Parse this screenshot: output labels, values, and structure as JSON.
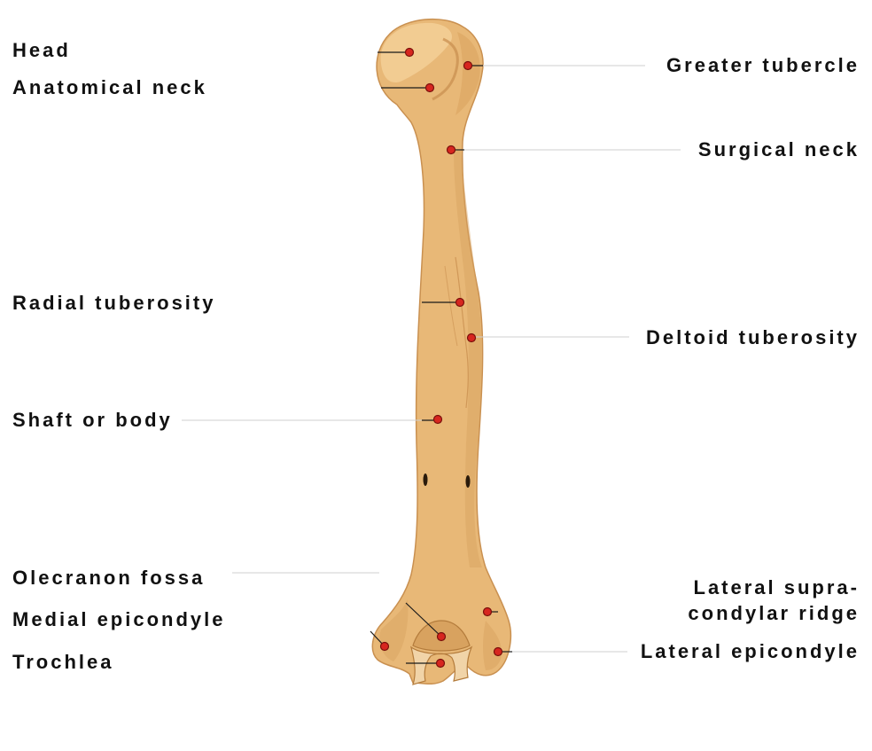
{
  "labels": {
    "head": "Head",
    "anatomical_neck": "Anatomical neck",
    "greater_tubercle": "Greater tubercle",
    "surgical_neck": "Surgical neck",
    "radial_tubercosity": "Radial tuberosity",
    "deltoid_tuberosity": "Deltoid tuberosity",
    "shaft_body": "Shaft or body",
    "olecranon_fossa": "Olecranon fossa",
    "medial_epicondyle": "Medial epicondyle",
    "trochlea": "Trochlea",
    "lateral_supracondylar_ridge_1": "Lateral supra-",
    "lateral_supracondylar_ridge_2": "condylar ridge",
    "lateral_epicondyle": "Lateral epicondyle"
  },
  "colors": {
    "bone": "#e8b877",
    "bone_shade": "#d8a25f",
    "bone_highlight": "#f3cf97",
    "pin": "#d7261f",
    "label": "#111111"
  }
}
